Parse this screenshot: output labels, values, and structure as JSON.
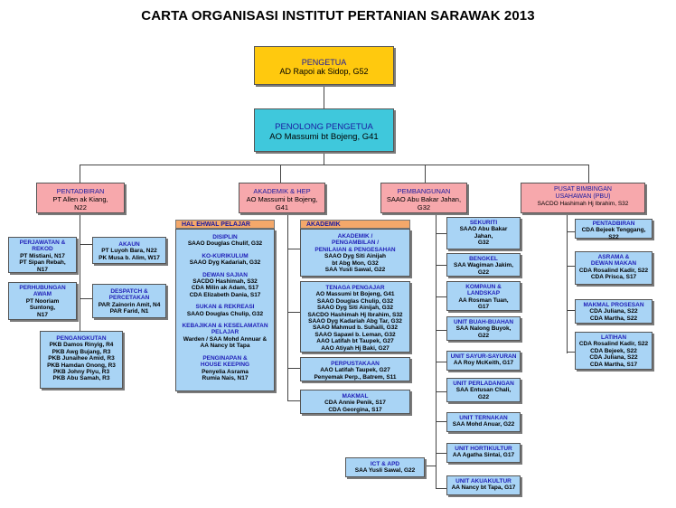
{
  "title": "CARTA ORGANISASI INSTITUT PERTANIAN SARAWAK 2013",
  "colors": {
    "yellow": "#ffc90e",
    "cyan": "#3fc8dc",
    "pink": "#f7a8ac",
    "blue": "#a9d4f5",
    "orange": "#f4a86a"
  },
  "pengetua": {
    "title": "PENGETUA",
    "name": "AD Rapoi ak Sidop, G52"
  },
  "penolong": {
    "title": "PENOLONG PENGETUA",
    "name": "AO Massumi bt Bojeng, G41"
  },
  "depts": [
    {
      "title": "PENTADBIRAN",
      "name": "PT Allen ak Kiang,",
      "name2": "N22"
    },
    {
      "title": "AKADEMIK & HEP",
      "name": "AO Massumi bt Bojeng,",
      "name2": "G41"
    },
    {
      "title": "PEMBANGUNAN",
      "name": "SAAO Abu Bakar Jahan,",
      "name2": "G32"
    },
    {
      "title": "PUSAT BIMBINGAN",
      "title2": "USAHAWAN (PBU)",
      "name": "SACDO Hashimah Hj Ibrahim,  S32"
    }
  ],
  "pentadbiran": {
    "perjawatan": {
      "title": "PERJAWATAN &",
      "title2": "REKOD",
      "lines": [
        "PT Mistiani, N17",
        "PT Sipan Rebah,",
        "N17"
      ]
    },
    "akaun": {
      "title": "AKAUN",
      "lines": [
        "PT Luyoh Bara, N22",
        "PK Musa b. Alim, W17"
      ]
    },
    "perhubungan": {
      "title": "PERHUBUNGAN",
      "title2": "AWAM",
      "lines": [
        "PT Nooriam",
        "Suntong,",
        "N17"
      ]
    },
    "despatch": {
      "title": "DESPATCH &",
      "title2": "PERCETAKAN",
      "lines": [
        "PAR Zainorin Amit, N4",
        "PAR Farid, N1"
      ]
    },
    "pengangkutan": {
      "title": "PENGANGKUTAN",
      "lines": [
        "PKB Damos Rinyig, R4",
        "PKB Awg Bujang, R3",
        "PKB Junaihee Amid, R3",
        "PKB Hamdan Onong, R3",
        "PKB Johny Piyu, R3",
        "PKB Abu Samah, R3"
      ]
    }
  },
  "hep": {
    "header": "HAL EHWAL PELAJAR",
    "sections": [
      {
        "title": "DISIPLIN",
        "lines": [
          "SAAO Douglas Chulif, G32"
        ]
      },
      {
        "title": "KO-KURIKULUM",
        "lines": [
          "SAAO Dyg Kadariah, G32"
        ]
      },
      {
        "title": "DEWAN SAJIAN",
        "lines": [
          "SACDO Hashimah, S32",
          "CDA Milin ak Adam, S17",
          "CDA Elizabeth Dania, S17"
        ]
      },
      {
        "title": "SUKAN & REKREASI",
        "lines": [
          "SAAO Douglas Chulip, G32"
        ]
      },
      {
        "title": "KEBAJIKAN & KESELAMATAN",
        "title2": "PELAJAR",
        "lines": [
          "Warden  / SAA Mohd Annuar &",
          "AA Nancy bt Tapa"
        ]
      },
      {
        "title": "PENGINAPAN &",
        "title2": "HOUSE KEEPING",
        "lines": [
          "Penyelia Asrama",
          "Rumia Nais, N17"
        ]
      }
    ]
  },
  "akademik": {
    "header": "AKADEMIK",
    "box1": {
      "title": "AKADEMIK /",
      "title2": "PENGAMBILAN /",
      "title3": "PENILAIAN & PENGESAHAN",
      "lines": [
        "SAAO Dyg Siti Ainijah",
        "bt Abg Mon, G32",
        "SAA Yusli Sawal, G22"
      ]
    },
    "box2": {
      "title": "TENAGA PENGAJAR",
      "lines": [
        "AO Massumi bt Bojeng, G41",
        "SAAO Douglas Chulip, G32",
        "SAAO Dyg Siti Ainijah, G32",
        "SACDO Hashimah Hj Ibrahim, S32",
        "SAAO Dyg Kadariah Abg Tar, G32",
        "SAAO Mahmud b. Suhaili, G32",
        "SAAO Sapawi b. Leman, G32",
        "AAO Latifah bt Taupek, G27",
        "AAO Atiyah Hj Baki, G27"
      ]
    },
    "box3": {
      "title": "PERPUSTAKAAN",
      "lines": [
        "AAO Latifah Taupek, G27",
        "Penyemak Perp., Batrem, S11"
      ]
    },
    "box4": {
      "title": "MAKMAL",
      "lines": [
        "CDA Annie Penik, S17",
        "CDA Georgina, S17"
      ]
    }
  },
  "ict": {
    "title": "ICT & APD",
    "lines": [
      "SAA Yusli Sawal, G22"
    ]
  },
  "pembangunan": [
    {
      "title": "SEKURITI",
      "lines": [
        "SAAO Abu Bakar",
        "Jahan,",
        "G32"
      ]
    },
    {
      "title": "BENGKEL",
      "lines": [
        "SAA Wagiman Jakim,",
        "G22"
      ]
    },
    {
      "title": "KOMPAUN &",
      "title2": "LANDSKAP",
      "lines": [
        "AA Rosman Tuan,",
        "G17"
      ]
    },
    {
      "title": "UNIT BUAH-BUAHAN",
      "lines": [
        "SAA Nalong Buyok,",
        "G22"
      ]
    },
    {
      "title": "UNIT SAYUR-SAYURAN",
      "lines": [
        "AA Roy McKeith, G17"
      ]
    },
    {
      "title": "UNIT PERLADANGAN",
      "lines": [
        "SAA Entusan Chali,",
        "G22"
      ]
    },
    {
      "title": "UNIT TERNAKAN",
      "lines": [
        "SAA Mohd Anuar, G22"
      ]
    },
    {
      "title": "UNIT HORTIKULTUR",
      "lines": [
        "AA Agatha Sintai, G17"
      ]
    },
    {
      "title": "UNIT AKUAKULTUR",
      "lines": [
        "AA Nancy bt Tapa, G17"
      ]
    }
  ],
  "pbu": [
    {
      "title": "PENTADBIRAN",
      "lines": [
        "CDA Bejeek Tenggang,",
        "S22"
      ]
    },
    {
      "title": "ASRAMA &",
      "title2": "DEWAN MAKAN",
      "lines": [
        "CDA Rosalind Kadir, S22",
        "CDA Prisca, S17"
      ]
    },
    {
      "title": "MAKMAL PROSESAN",
      "lines": [
        "CDA Juliana, S22",
        "CDA Martha, S22"
      ]
    },
    {
      "title": "LATIHAN",
      "lines": [
        "CDA Rosalind Kadir, S22",
        "CDA Bejeek, S22",
        "CDA Juliana, S22",
        "CDA Martha, S17"
      ]
    }
  ]
}
